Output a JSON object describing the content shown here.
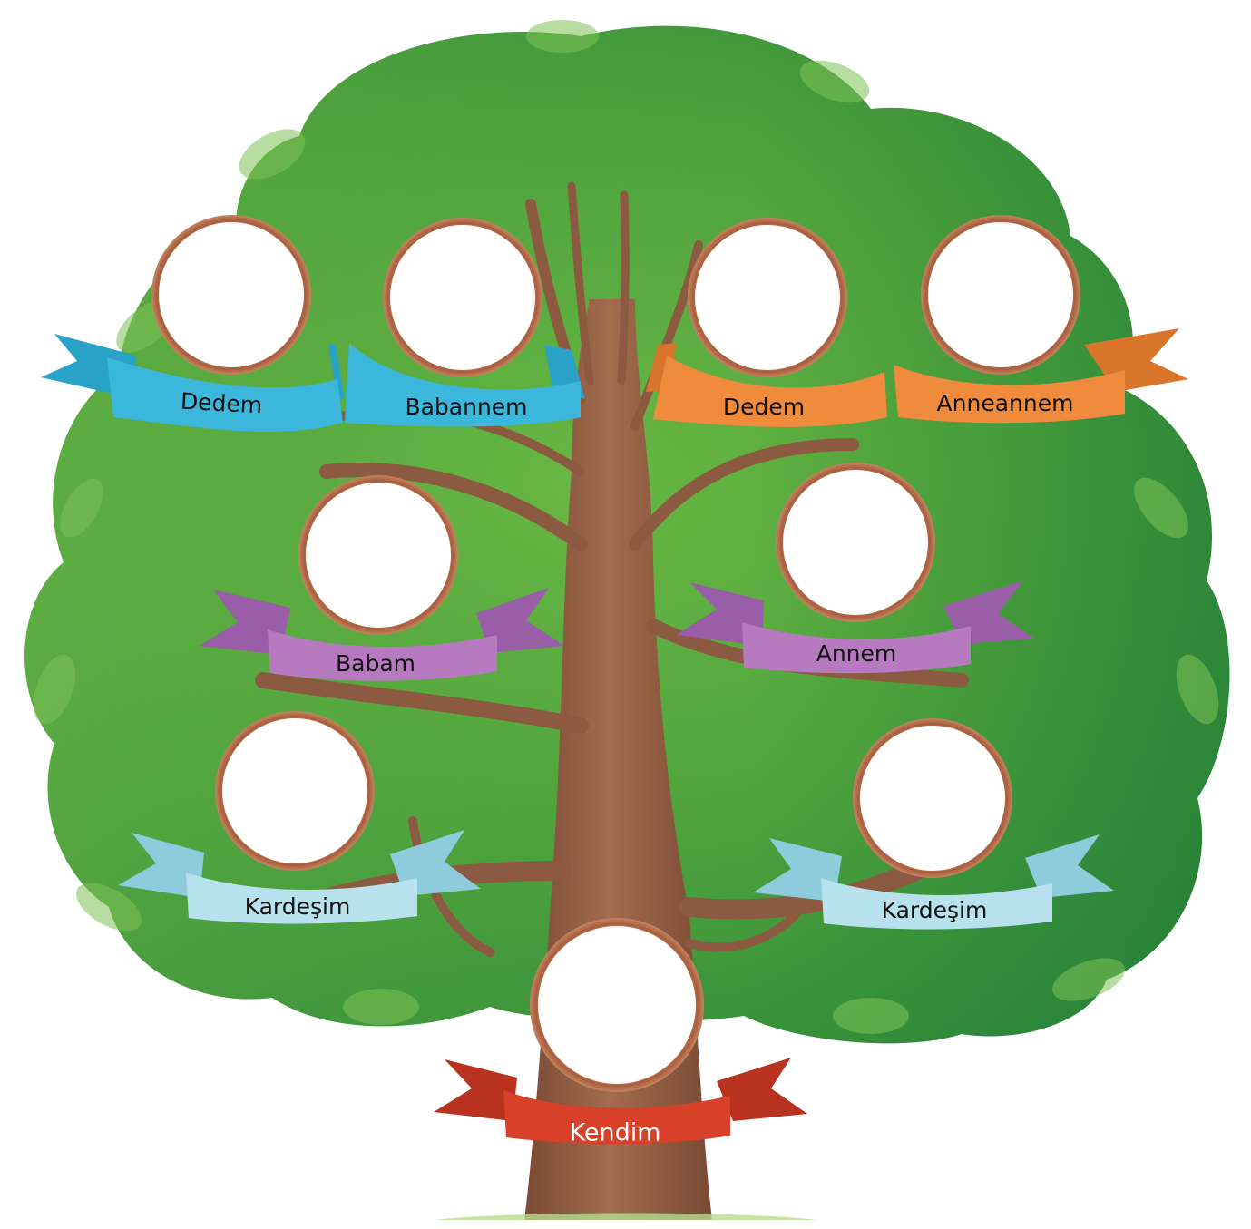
{
  "labels": {
    "paternal_grandfather": "Dedem",
    "paternal_grandmother": "Babannem",
    "maternal_grandfather": "Dedem",
    "maternal_grandmother": "Anneannem",
    "father": "Babam",
    "mother": "Annem",
    "sibling_left": "Kardeşim",
    "sibling_right": "Kardeşim",
    "self": "Kendim"
  },
  "colors": {
    "paternal_ribbon": "#3cb7dc",
    "maternal_ribbon": "#f08a3c",
    "parent_ribbon": "#b77ac0",
    "sibling_ribbon": "#b8e1ee",
    "self_ribbon": "#d9402a",
    "frame": "#b06a42",
    "trunk": "#8c5a40",
    "foliage": "#4a9d3c"
  }
}
